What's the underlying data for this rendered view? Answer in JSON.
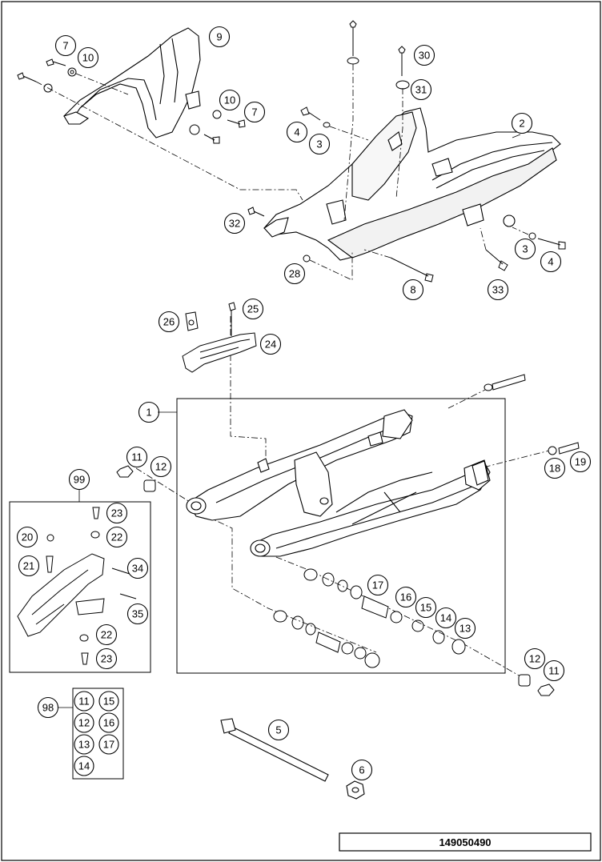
{
  "diagram": {
    "drawing_number": "149050490",
    "callouts": {
      "c1": "1",
      "c2": "2",
      "c3a": "3",
      "c3b": "3",
      "c4a": "4",
      "c4b": "4",
      "c5": "5",
      "c6": "6",
      "c7a": "7",
      "c7b": "7",
      "c8": "8",
      "c9": "9",
      "c10a": "10",
      "c10b": "10",
      "c11a": "11",
      "c11b": "11",
      "c12a": "12",
      "c12b": "12",
      "c13": "13",
      "c14": "14",
      "c15": "15",
      "c16": "16",
      "c17": "17",
      "c18": "18",
      "c19": "19",
      "c20": "20",
      "c21": "21",
      "c22a": "22",
      "c22b": "22",
      "c23a": "23",
      "c23b": "23",
      "c24": "24",
      "c25": "25",
      "c26": "26",
      "c28": "28",
      "c30": "30",
      "c31": "31",
      "c32": "32",
      "c33": "33",
      "c34": "34",
      "c35": "35",
      "c98": "98",
      "c99": "99"
    },
    "kit_98_items": [
      "11",
      "15",
      "12",
      "16",
      "13",
      "17",
      "14"
    ]
  }
}
